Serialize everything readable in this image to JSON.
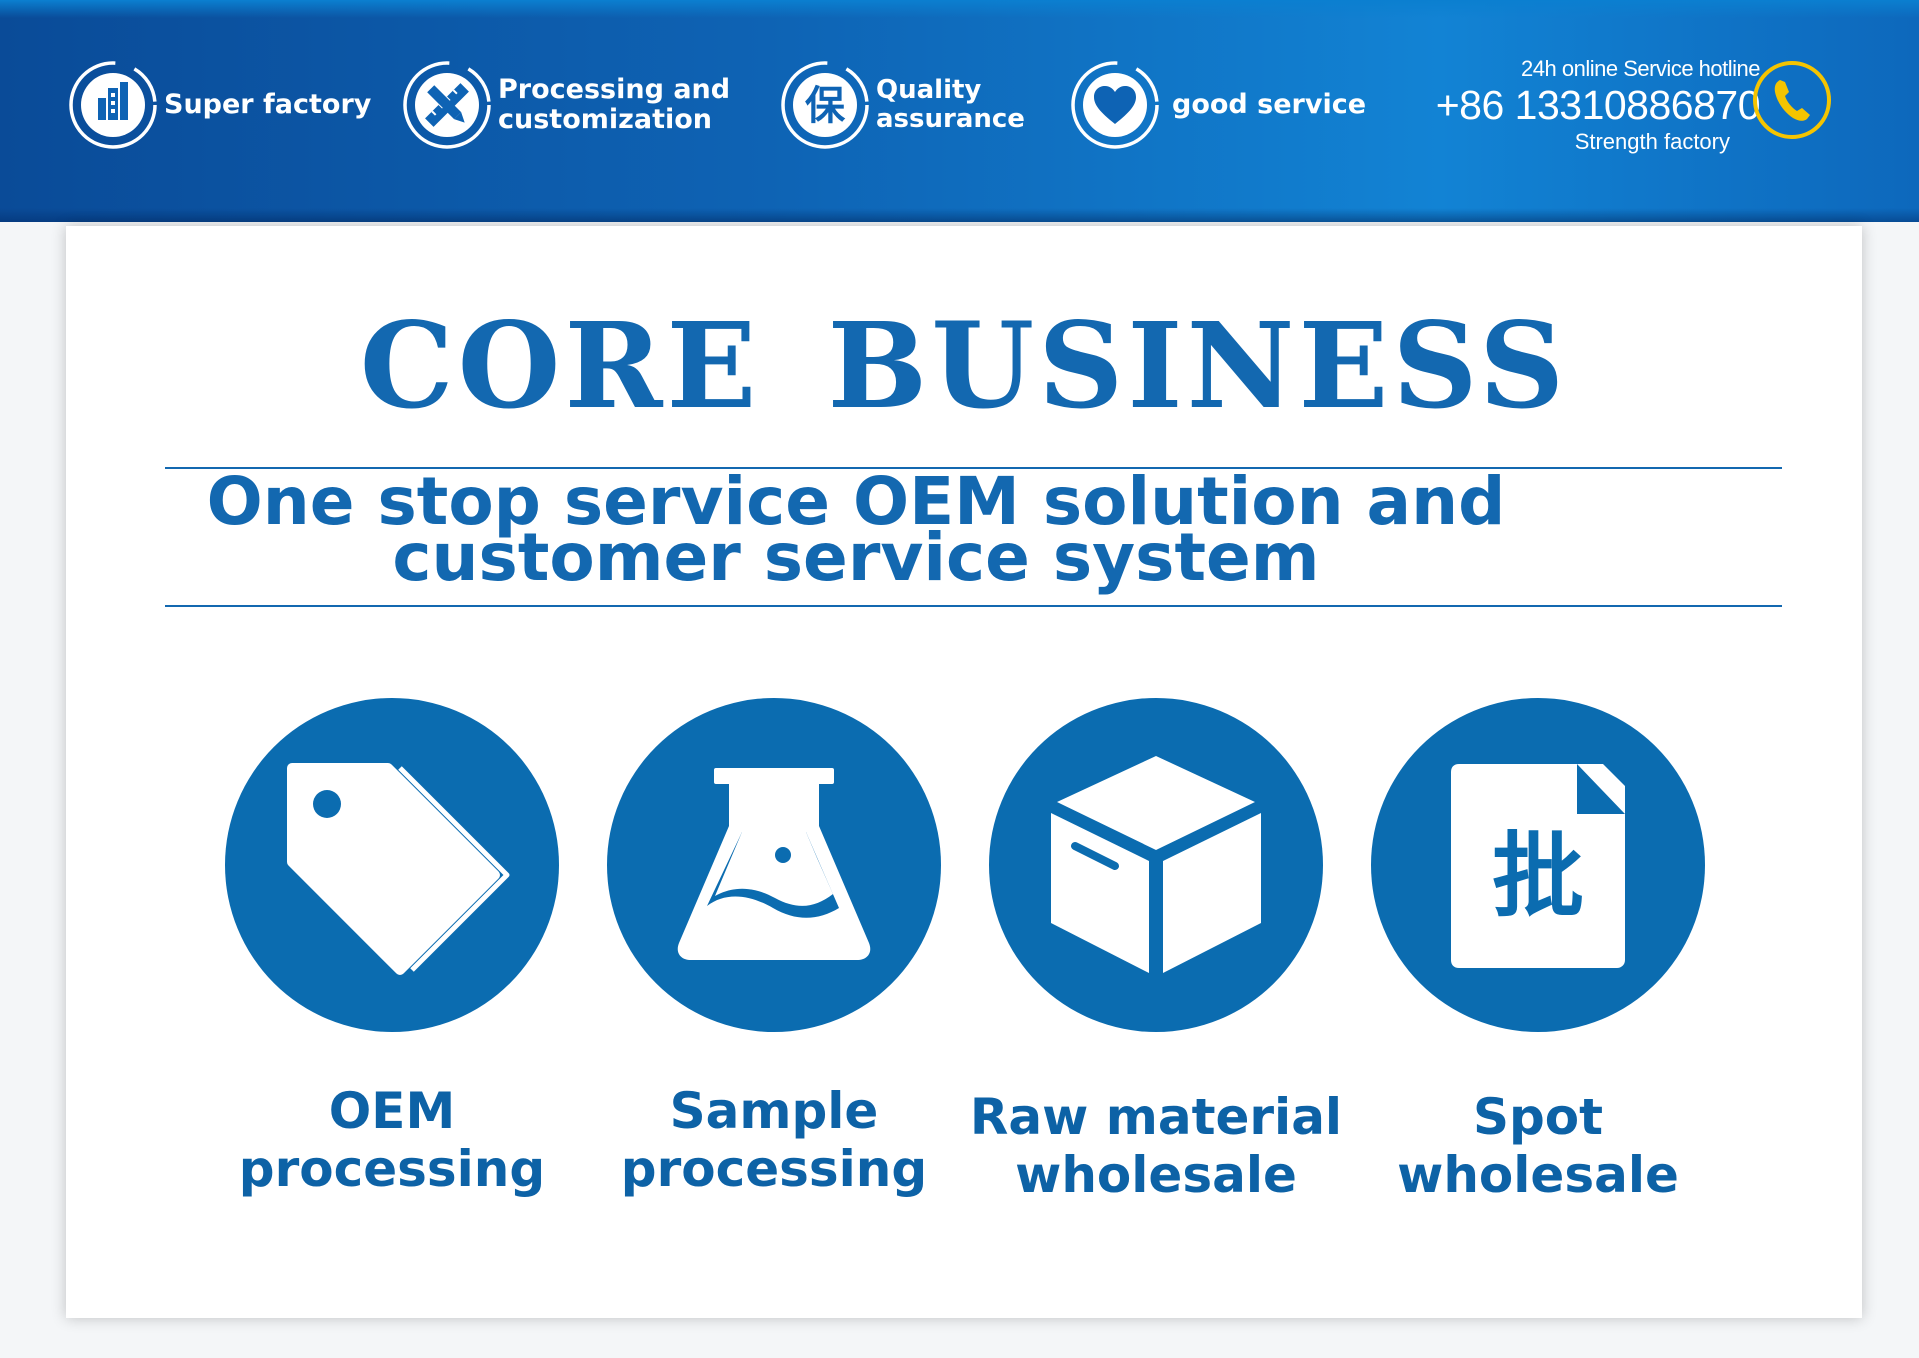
{
  "header": {
    "features": [
      {
        "label_line1": "Super factory",
        "label_line2": "",
        "icon": "factory-building-icon"
      },
      {
        "label_line1": "Processing and",
        "label_line2": "customization",
        "icon": "pencil-ruler-icon"
      },
      {
        "label_line1": "Quality",
        "label_line2": "assurance",
        "icon": "guarantee-character-icon",
        "icon_glyph": "保"
      },
      {
        "label_line1": "good service",
        "label_line2": "",
        "icon": "heart-icon"
      }
    ],
    "hotline": {
      "caption": "24h online Service hotline",
      "number": "+86 13310886870",
      "subcaption": "Strength factory",
      "icon": "phone-handset-icon"
    },
    "colors": {
      "banner": "#0e63b4",
      "accent_yellow": "#f5c400"
    }
  },
  "main": {
    "title": "CORE BUSINESS",
    "subtitle_line1": "One stop service OEM solution and",
    "subtitle_line2": "customer service system",
    "services": [
      {
        "line1": "OEM",
        "line2": "processing",
        "icon": "price-tag-icon"
      },
      {
        "line1": "Sample",
        "line2": "processing",
        "icon": "flask-icon"
      },
      {
        "line1": "Raw material",
        "line2": "wholesale",
        "icon": "box-icon"
      },
      {
        "line1": "Spot",
        "line2": "wholesale",
        "icon": "document-wholesale-icon",
        "icon_glyph": "批"
      }
    ],
    "colors": {
      "primary": "#1368b0",
      "circle": "#0b6cb0"
    }
  }
}
